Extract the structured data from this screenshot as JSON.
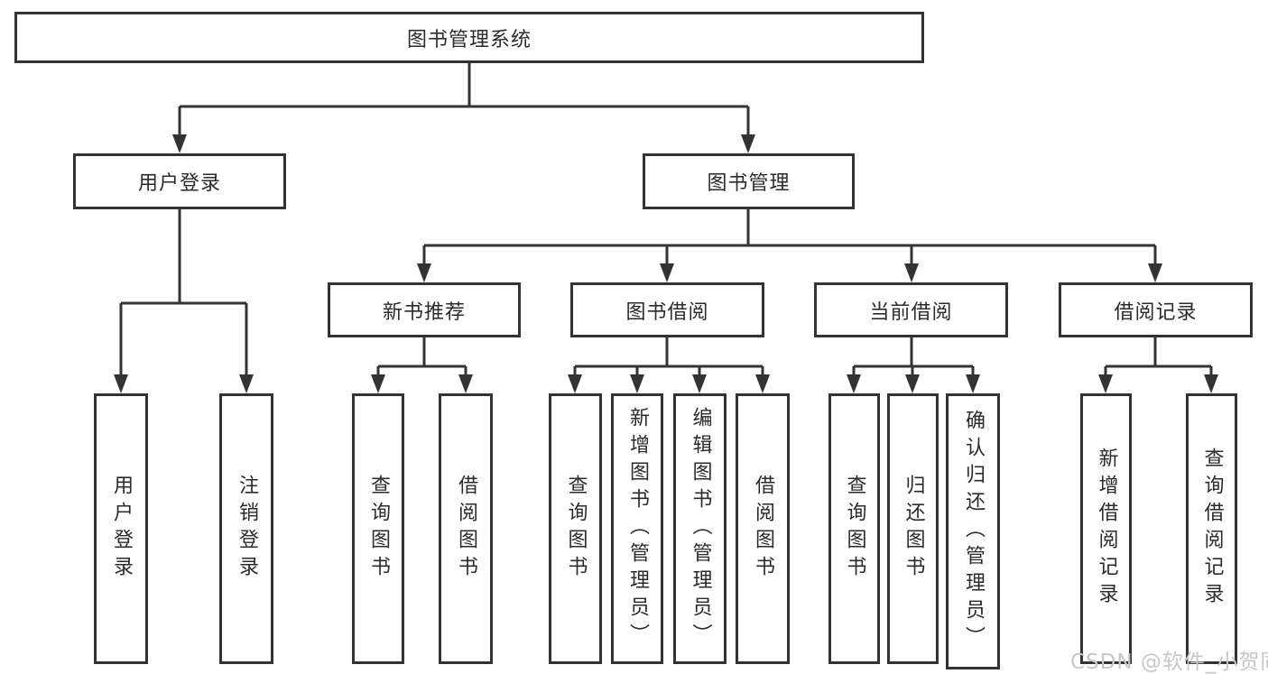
{
  "tree": {
    "root": "图书管理系统",
    "branches": [
      {
        "label": "用户登录",
        "leaves": [
          "用户登录",
          "注销登录"
        ]
      },
      {
        "label": "图书管理",
        "groups": [
          {
            "label": "新书推荐",
            "leaves": [
              "查询图书",
              "借阅图书"
            ]
          },
          {
            "label": "图书借阅",
            "leaves": [
              "查询图书",
              "新增图书（管理员）",
              "编辑图书（管理员）",
              "借阅图书"
            ]
          },
          {
            "label": "当前借阅",
            "leaves": [
              "查询图书",
              "归还图书",
              "确认归还（管理员）"
            ]
          },
          {
            "label": "借阅记录",
            "leaves": [
              "新增借阅记录",
              "查询借阅记录"
            ]
          }
        ]
      }
    ]
  },
  "watermark": "CSDN @软件_小贺同学",
  "colors": {
    "line": "#333333",
    "border": "#333333",
    "text": "#2b2b2b",
    "watermark": "#c7c7c7",
    "background": "#ffffff"
  }
}
